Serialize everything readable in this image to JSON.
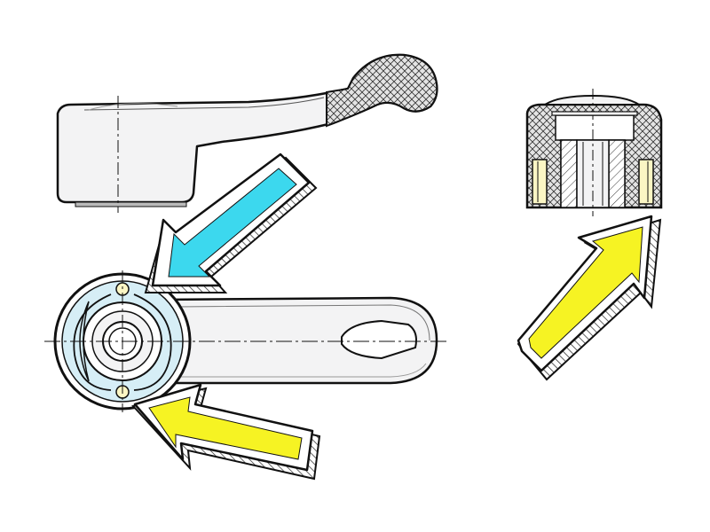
{
  "drawing": {
    "views": [
      {
        "name": "lever-side-view"
      },
      {
        "name": "lever-top-view"
      },
      {
        "name": "hub-section-view"
      }
    ],
    "arrows": [
      {
        "name": "cyan-arrow",
        "color": "#3cd8ee"
      },
      {
        "name": "yellow-arrow-bottom",
        "color": "#f6f323"
      },
      {
        "name": "yellow-arrow-right",
        "color": "#f6f323"
      }
    ],
    "colors": {
      "outline": "#111111",
      "body_fill": "#f3f3f4",
      "hatch_fill": "#d9d9d9",
      "light_blue": "#d6eef6",
      "pale_yellow": "#fbf6c4",
      "arrow_shadow": "#d0d0d0"
    }
  }
}
